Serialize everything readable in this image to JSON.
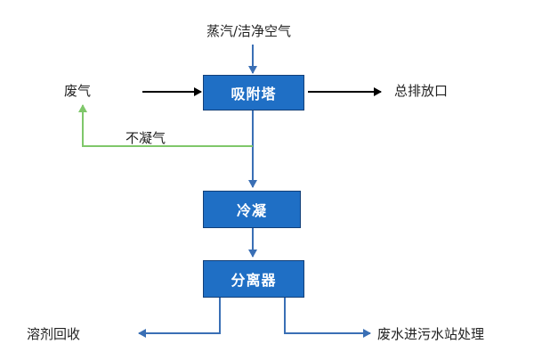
{
  "boxes": {
    "absorber": "吸附塔",
    "condenser": "冷凝",
    "separator": "分离器"
  },
  "labels": {
    "steam_air": "蒸汽/洁净空气",
    "waste_gas": "废气",
    "outlet": "总排放口",
    "non_condensable": "不凝气",
    "solvent_recovery": "溶剂回收",
    "wastewater": "废水进污水站处理"
  },
  "colors": {
    "box_fill": "#1f6fc5",
    "flow_arrow": "#3a6fb5",
    "recycle_arrow": "#7fc76a",
    "gas_arrow": "#000000"
  }
}
